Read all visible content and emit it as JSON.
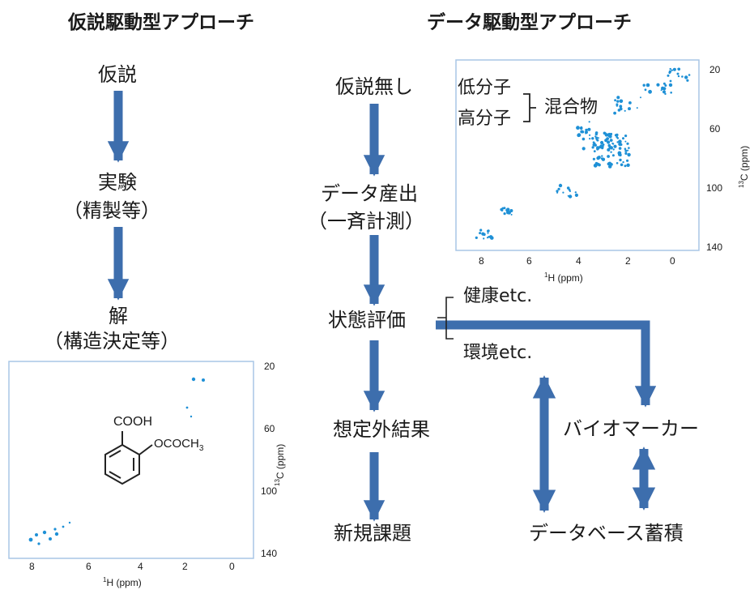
{
  "left": {
    "title": "仮説駆動型アプローチ",
    "steps": [
      "仮説",
      "実験",
      "（精製等）",
      "解",
      "（構造決定等）"
    ],
    "plot": {
      "molecule": {
        "sub1": "COOH",
        "sub2": "OCOCH",
        "sub2_index": "3"
      },
      "x_ticks": [
        "8",
        "6",
        "4",
        "2",
        "0"
      ],
      "y_ticks": [
        "20",
        "60",
        "100",
        "140"
      ],
      "xlabel_sup": "1",
      "xlabel": "H (ppm)",
      "ylabel_sup": "13",
      "ylabel": "C (ppm)"
    }
  },
  "right": {
    "title": "データ駆動型アプローチ",
    "steps": [
      "仮説無し",
      "データ産出",
      "（一斉計測）",
      "状態評価",
      "想定外結果",
      "新規課題"
    ],
    "branches": [
      "健康etc.",
      "環境etc."
    ],
    "biomarker": "バイオマーカー",
    "database": "データベース蓄積",
    "plot": {
      "mixture": [
        "低分子",
        "高分子",
        "混合物"
      ],
      "x_ticks": [
        "8",
        "6",
        "4",
        "2",
        "0"
      ],
      "y_ticks": [
        "20",
        "60",
        "100",
        "140"
      ],
      "xlabel_sup": "1",
      "xlabel": "H (ppm)",
      "ylabel_sup": "13",
      "ylabel": "C (ppm)"
    }
  },
  "colors": {
    "arrow": "#3d6ead",
    "peak": "#1e90d6",
    "frame": "#a9c6e6"
  }
}
